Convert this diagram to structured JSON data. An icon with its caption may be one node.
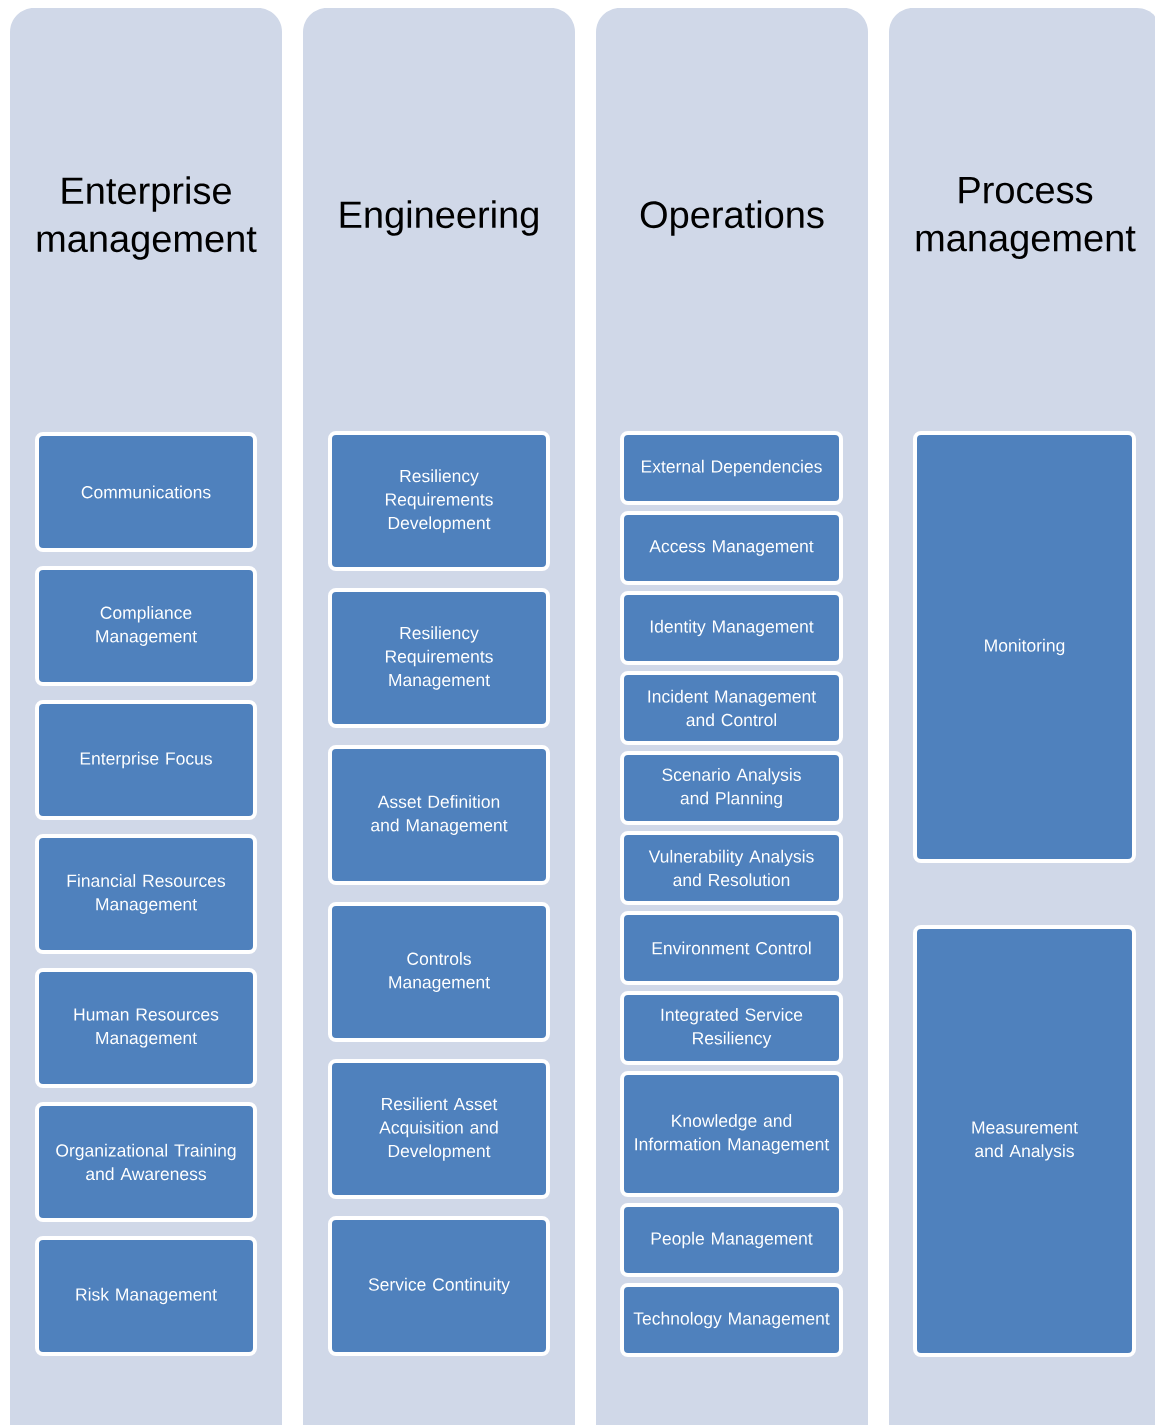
{
  "diagram": {
    "nodes": [
      {
        "text": [
          "Enterprise management"
        ]
      },
      {
        "text": [
          "Communications"
        ],
        "in": 0
      },
      {
        "text": [
          "Compliance Management"
        ],
        "in": 0
      },
      {
        "text": [
          "Enterprise Focus"
        ],
        "in": 0
      },
      {
        "text": [
          "Financial Resources Management"
        ],
        "in": 0
      },
      {
        "text": [
          "Human Resources Management"
        ],
        "in": 0
      },
      {
        "text": [
          "Organizational Training and Awareness"
        ],
        "in": 0
      },
      {
        "text": [
          "Risk Management"
        ],
        "in": 0
      },
      {
        "text": [
          "Engineering"
        ]
      },
      {
        "text": [
          "Resiliency Requirements Development"
        ],
        "in": 8
      },
      {
        "text": [
          "Resiliency Requirements Management"
        ],
        "in": 8
      },
      {
        "text": [
          "Asset Definition and Management"
        ],
        "in": 8
      },
      {
        "text": [
          "Controls Management"
        ],
        "in": 8
      },
      {
        "text": [
          "Resilient Asset Acquisition and Development"
        ],
        "in": 8
      },
      {
        "text": [
          "Service Continuity"
        ],
        "in": 8
      },
      {
        "text": [
          "Operations"
        ]
      },
      {
        "text": [
          "External Dependencies"
        ],
        "in": 15
      },
      {
        "text": [
          "Access Management"
        ],
        "in": 15
      },
      {
        "text": [
          "Identity Management"
        ],
        "in": 15
      },
      {
        "text": [
          "Incident Management and Control"
        ],
        "in": 15
      },
      {
        "text": [
          "Scenario Analysis and Planning"
        ],
        "in": 15
      },
      {
        "text": [
          "Vulnerability Analysis and Resolution"
        ],
        "in": 15
      },
      {
        "text": [
          "Environment Control"
        ],
        "in": 15
      },
      {
        "text": [
          "Integrated Service Resiliency"
        ],
        "in": 15
      },
      {
        "text": [
          "Knowledge and Information Management"
        ],
        "in": 15
      },
      {
        "text": [
          "People Management"
        ],
        "in": 15
      },
      {
        "text": [
          "Technology Management"
        ],
        "in": 15
      },
      {
        "text": [
          "Process management"
        ]
      },
      {
        "text": [
          "Monitoring"
        ],
        "in": 27
      },
      {
        "text": [
          "Measurement and Analysis"
        ],
        "in": 27
      }
    ]
  }
}
